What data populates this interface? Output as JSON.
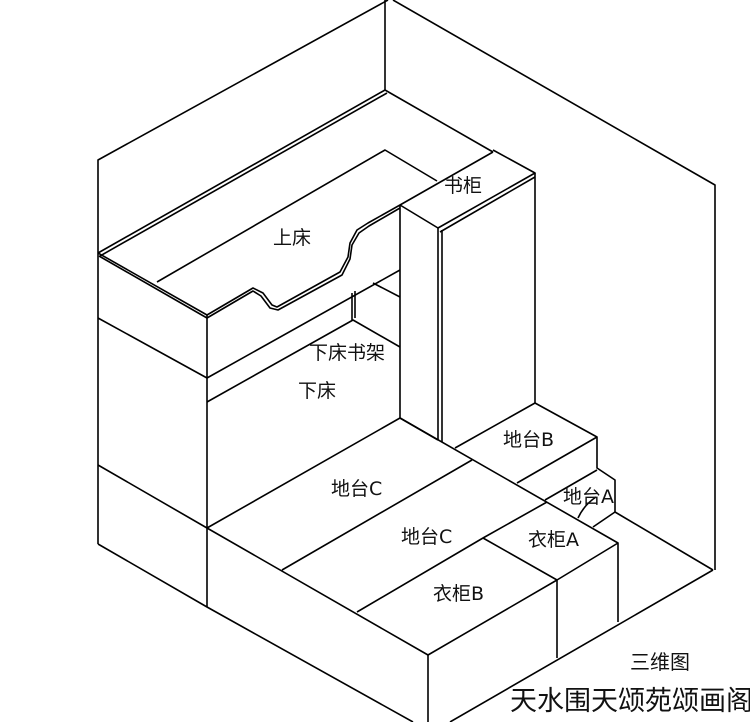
{
  "labels": {
    "upper_bed": "上床",
    "bookcase": "书柜",
    "lower_bed_shelf": "下床书架",
    "lower_bed": "下床",
    "platform_b": "地台B",
    "platform_c_1": "地台C",
    "platform_a": "地台A",
    "platform_c_2": "地台C",
    "wardrobe_a": "衣柜A",
    "wardrobe_b": "衣柜B"
  },
  "view_label": "三维图",
  "project_title": "天水围天颂苑颂画阁",
  "colors": {
    "line": "#000000",
    "background": "#ffffff"
  }
}
